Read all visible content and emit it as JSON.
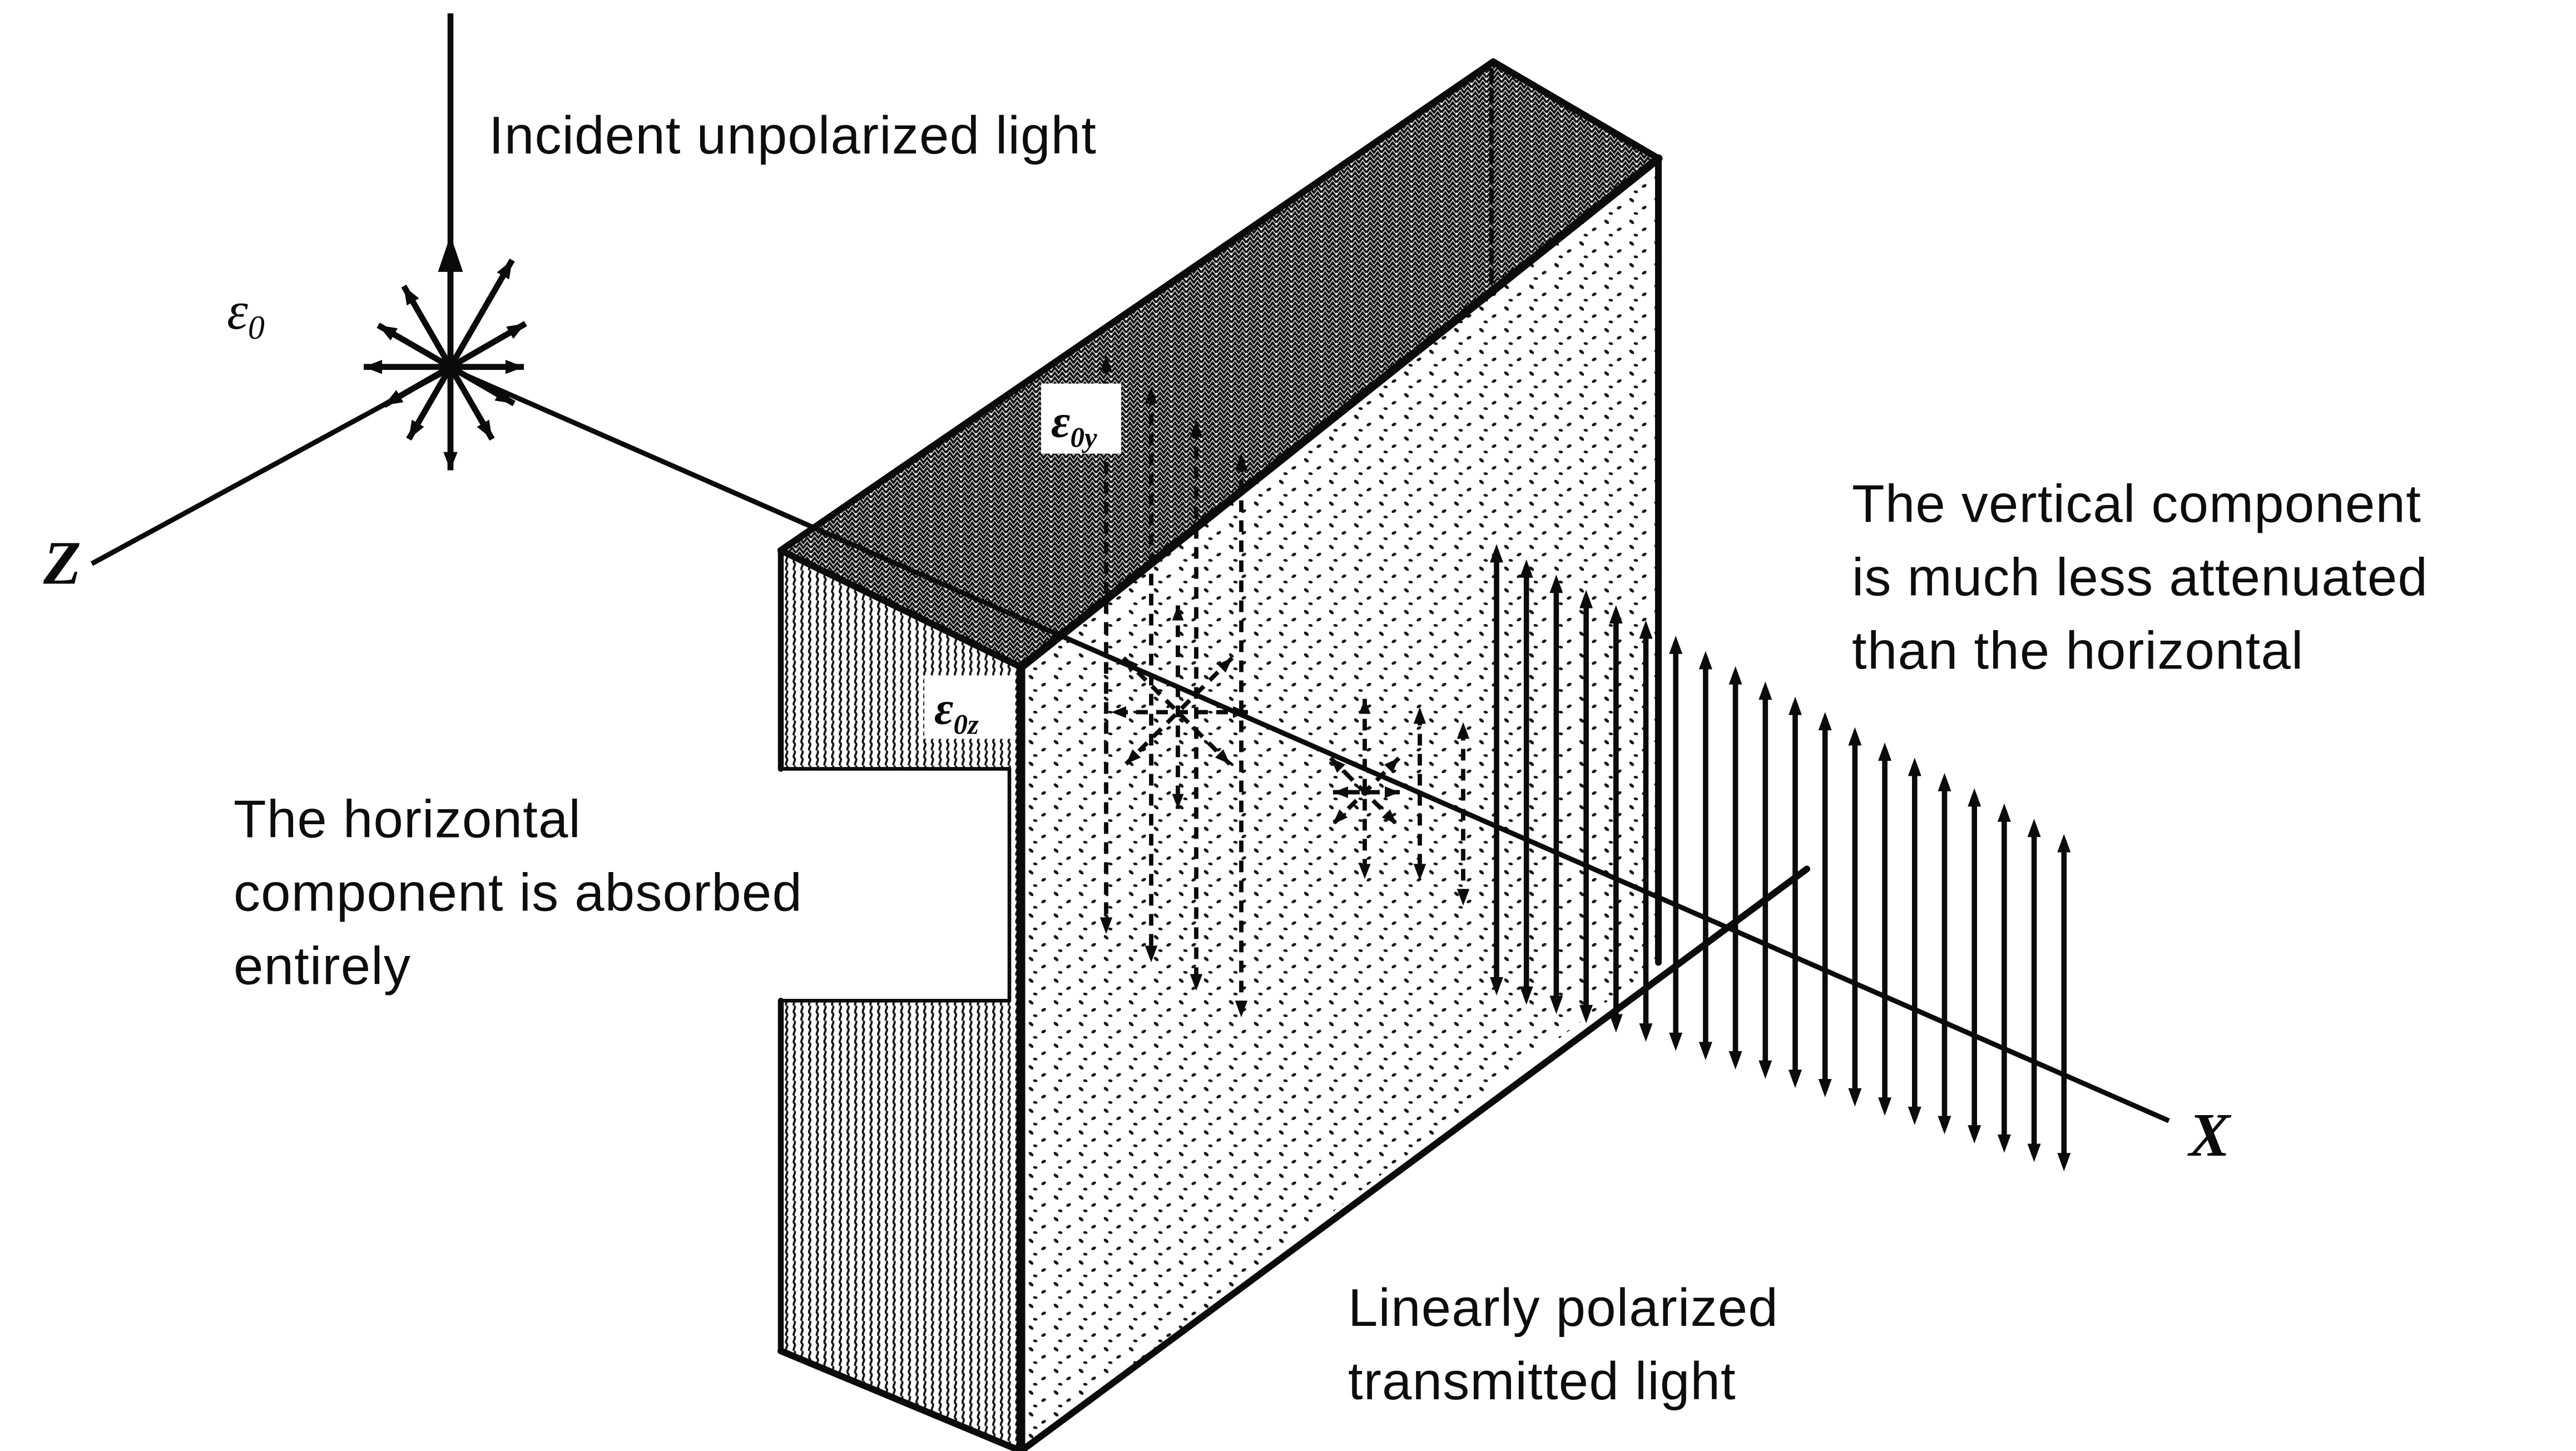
{
  "title": "Incident unpolarized light",
  "axes": {
    "z": "Z",
    "x": "X"
  },
  "labels": {
    "epsilon": "ε",
    "incident_subscript": "0",
    "vertical_component_subscript": "0y",
    "horizontal_component_subscript": "0z"
  },
  "annotations": {
    "left": {
      "lines": [
        "The horizontal",
        "component is absorbed",
        "entirely"
      ]
    },
    "right": {
      "lines": [
        "The vertical component",
        "is much less attenuated",
        "than the horizontal"
      ]
    },
    "bottom": {
      "lines": [
        "Linearly polarized",
        "transmitted light"
      ]
    }
  },
  "figure": {
    "ink_color": "#0b0b0b",
    "paper_color": "#ffffff",
    "unpolarized_ray_lines": 6,
    "internal_starburst_count": 2,
    "entry_dashed_arrow_count": 4,
    "internal_dashed_arrow_count": 2,
    "transmitted_arrow_count": 20
  }
}
